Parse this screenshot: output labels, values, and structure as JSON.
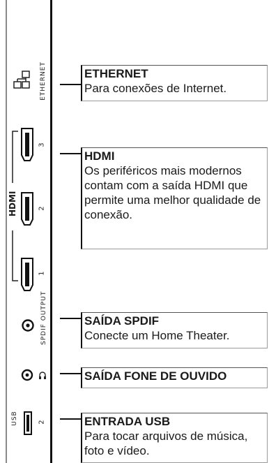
{
  "panel": {
    "ethernet_label": "ETHERNET",
    "hdmi_logo": "HDMI",
    "hdmi_port_numbers": [
      "3",
      "2",
      "1"
    ],
    "spdif_label": "SPDIF OUTPUT",
    "usb_label": "USB",
    "usb_port_number": "2",
    "icons": [
      "network-icon",
      "hdmi-port-icon",
      "coaxial-port-icon",
      "headphone-icon",
      "usb-port-icon"
    ]
  },
  "callouts": [
    {
      "title": "ETHERNET",
      "desc": "Para conexões de Internet."
    },
    {
      "title": "HDMI",
      "desc": "Os periféricos mais modernos contam com a saída HDMI que permite uma melhor qualidade de conexão."
    },
    {
      "title": "SAÍDA SPDIF",
      "desc": "Conecte um Home Theater."
    },
    {
      "title": "SAÍDA FONE DE OUVIDO",
      "desc": ""
    },
    {
      "title": "ENTRADA USB",
      "desc": "Para tocar arquivos de música, foto e vídeo."
    }
  ]
}
